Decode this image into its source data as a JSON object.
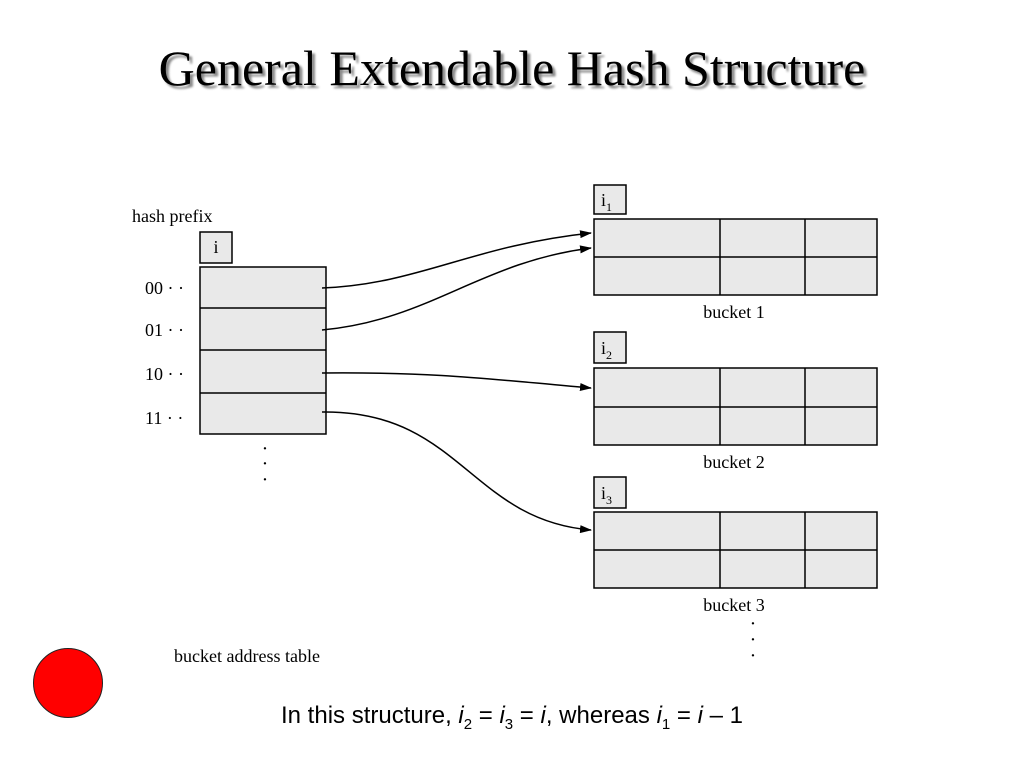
{
  "title": "General Extendable Hash Structure",
  "diagram": {
    "hash_prefix_label": "hash prefix",
    "global_depth_label": "i",
    "prefixes": [
      "00 · ·",
      "01 · ·",
      "10 · ·",
      "11 · ·"
    ],
    "table_label": "bucket address table",
    "buckets": [
      {
        "depth_base": "i",
        "depth_sub": "1",
        "label": "bucket 1"
      },
      {
        "depth_base": "i",
        "depth_sub": "2",
        "label": "bucket 2"
      },
      {
        "depth_base": "i",
        "depth_sub": "3",
        "label": "bucket 3"
      }
    ],
    "ellipsis": "·"
  },
  "caption": {
    "prefix": "In this structure, ",
    "v_i": "i",
    "s2": "2",
    "s3": "3",
    "s1": "1",
    "eq": " = ",
    "comma_whereas": ", whereas ",
    "minus_one": " – 1"
  }
}
